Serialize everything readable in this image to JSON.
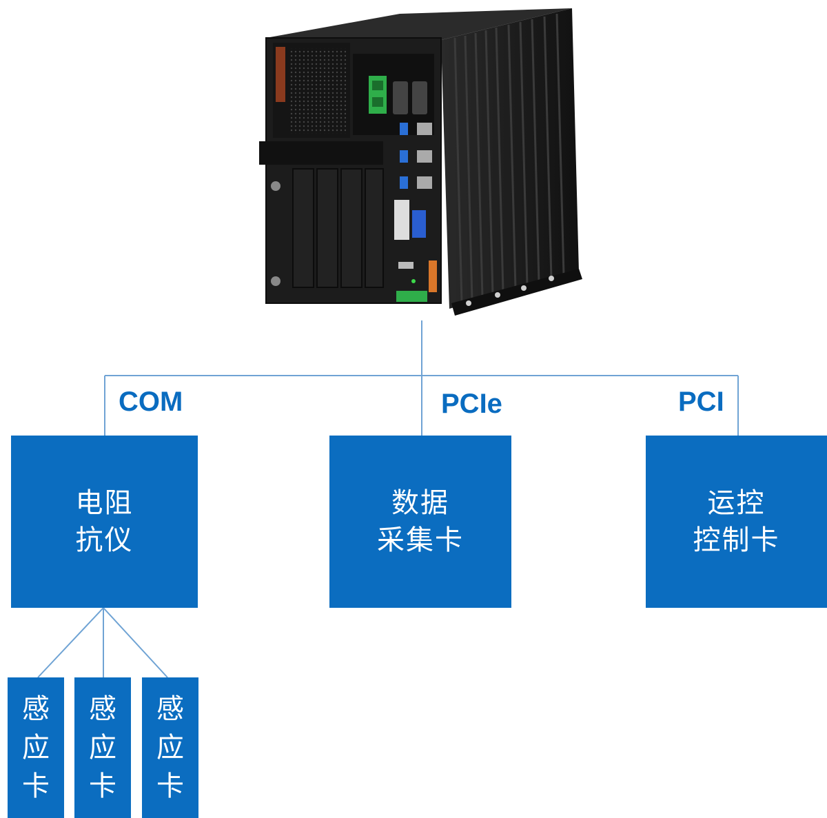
{
  "buses": {
    "com": "COM",
    "pcie": "PCIe",
    "pci": "PCI"
  },
  "devices": {
    "resistance_meter": {
      "line1": "电阻",
      "line2": "抗仪"
    },
    "daq_card": {
      "line1": "数据",
      "line2": "采集卡"
    },
    "motion_card": {
      "line1": "运控",
      "line2": "控制卡"
    }
  },
  "sensor_cards": [
    {
      "l1": "感",
      "l2": "应",
      "l3": "卡"
    },
    {
      "l1": "感",
      "l2": "应",
      "l3": "卡"
    },
    {
      "l1": "感",
      "l2": "应",
      "l3": "卡"
    }
  ],
  "colors": {
    "box": "#0b6dc0",
    "line": "#6fa3d4",
    "label": "#0a6cc0",
    "computer_body": "#1c1c1c"
  },
  "image": {
    "subject": "fanless-embedded-industrial-computer"
  }
}
